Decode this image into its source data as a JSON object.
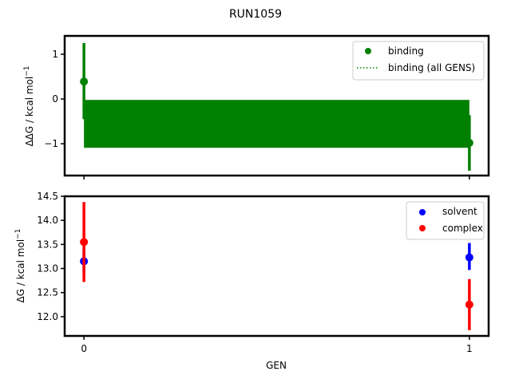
{
  "chart_data": {
    "title": "RUN1059",
    "type": "scatter",
    "shared_x": {
      "label": "GEN",
      "ticks": [
        "0",
        "1"
      ],
      "xlim": [
        -0.05,
        1.05
      ]
    },
    "subplots": [
      {
        "name": "binding",
        "ylabel": "ΔΔG / kcal mol⁻¹",
        "ylabel_main": "ΔΔG / kcal mol",
        "ylabel_sup": "−1",
        "ylim": [
          -1.71,
          1.41
        ],
        "yticks": [
          1,
          0,
          -1
        ],
        "ytick_labels": [
          "1",
          "0",
          "−1"
        ],
        "grid": false,
        "legend_position": "upper right",
        "legend": [
          {
            "label": "binding",
            "marker": "circle",
            "color": "#008000"
          },
          {
            "label": "binding (all GENS)",
            "marker": "dotted-line",
            "color": "#008000"
          }
        ],
        "series": [
          {
            "name": "binding",
            "color": "#008000",
            "x": [
              0,
              1
            ],
            "y": [
              0.39,
              -0.98
            ],
            "err_low": [
              -0.45,
              -1.6
            ],
            "err_high": [
              1.25,
              -0.36
            ]
          },
          {
            "name": "binding (all GENS)",
            "color": "#008000",
            "type": "band",
            "x": [
              0,
              1
            ],
            "y": -0.55,
            "band_low": -1.09,
            "band_high": -0.02
          }
        ]
      },
      {
        "name": "solvent-complex",
        "ylabel": "ΔG / kcal mol⁻¹",
        "ylabel_main": "ΔG / kcal mol",
        "ylabel_sup": "−1",
        "ylim": [
          11.6,
          14.5
        ],
        "yticks": [
          14.5,
          14.0,
          13.5,
          13.0,
          12.5,
          12.0
        ],
        "ytick_labels": [
          "14.5",
          "14.0",
          "13.5",
          "13.0",
          "12.5",
          "12.0"
        ],
        "grid": false,
        "legend_position": "upper right",
        "legend": [
          {
            "label": "solvent",
            "marker": "circle",
            "color": "#0000ff"
          },
          {
            "label": "complex",
            "marker": "circle",
            "color": "#ff0000"
          }
        ],
        "series": [
          {
            "name": "solvent",
            "color": "#0000ff",
            "x": [
              0,
              1
            ],
            "y": [
              13.15,
              13.23
            ],
            "err_low": [
              12.9,
              12.97
            ],
            "err_high": [
              13.4,
              13.53
            ]
          },
          {
            "name": "complex",
            "color": "#ff0000",
            "x": [
              0,
              1
            ],
            "y": [
              13.55,
              12.25
            ],
            "err_low": [
              12.72,
              11.72
            ],
            "err_high": [
              14.38,
              12.78
            ]
          }
        ]
      }
    ]
  }
}
